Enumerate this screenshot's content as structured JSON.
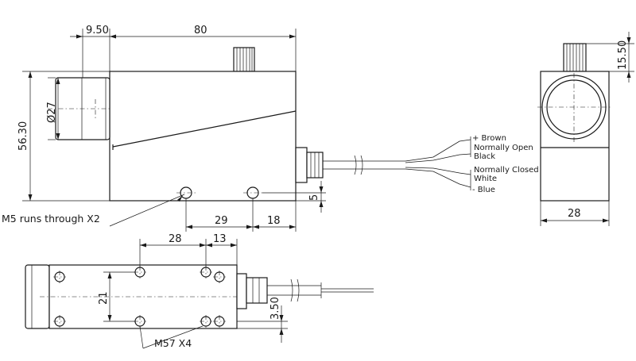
{
  "labels": {
    "dim_9_50": "9.50",
    "dim_80": "80",
    "dim_56_30": "56.30",
    "dim_d27": "Ø27",
    "dim_29": "29",
    "dim_18": "18",
    "dim_5": "5",
    "dim_15_50": "15.50",
    "dim_28_side": "28",
    "dim_28_top": "28",
    "dim_13": "13",
    "dim_21": "21",
    "dim_3_50": "3.50",
    "note_m5": "M5 runs through X2",
    "note_m57": "M57  X4",
    "wire_brown": "+ Brown",
    "wire_no": "Normally Open",
    "wire_black": "Black",
    "wire_nc": "Normally Closed",
    "wire_white": "White",
    "wire_blue": "- Blue"
  }
}
